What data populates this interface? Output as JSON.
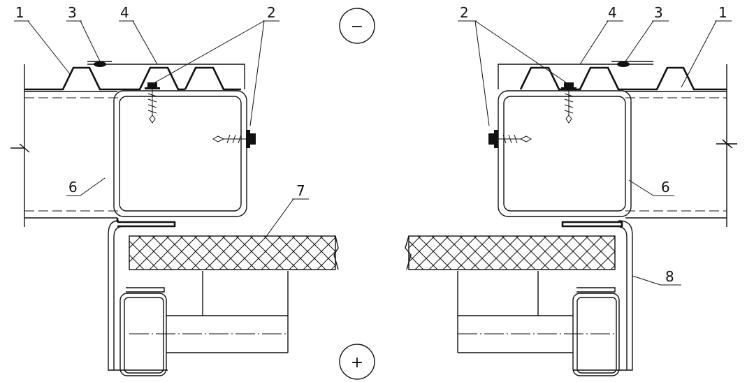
{
  "labels": {
    "l1": "1",
    "l2": "2",
    "l3": "3",
    "l4": "4",
    "r1": "1",
    "r2": "2",
    "r3": "3",
    "r4": "4",
    "l6": "6",
    "r6": "6",
    "l7": "7",
    "r8": "8"
  },
  "signs": {
    "minus": "−",
    "plus": "+"
  }
}
